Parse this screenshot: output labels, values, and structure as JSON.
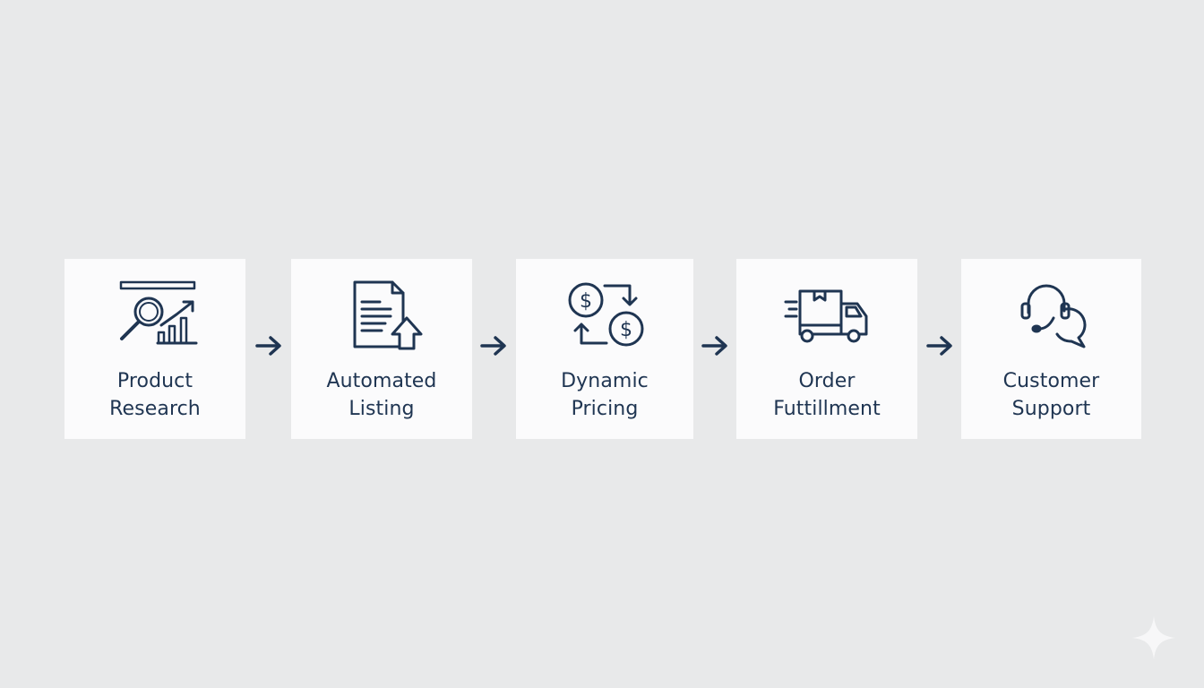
{
  "steps": [
    {
      "icon": "magnifier-chart-icon",
      "line1": "Product",
      "line2": "Research"
    },
    {
      "icon": "document-upload-icon",
      "line1": "Automated",
      "line2": "Listing"
    },
    {
      "icon": "dollar-exchange-icon",
      "line1": "Dynamic",
      "line2": "Pricing"
    },
    {
      "icon": "delivery-truck-icon",
      "line1": "Order",
      "line2": "Futtillment"
    },
    {
      "icon": "headset-chat-icon",
      "line1": "Customer",
      "line2": "Support"
    }
  ],
  "colors": {
    "background": "#e8e9ea",
    "card": "#fbfbfc",
    "ink": "#1f3552"
  }
}
